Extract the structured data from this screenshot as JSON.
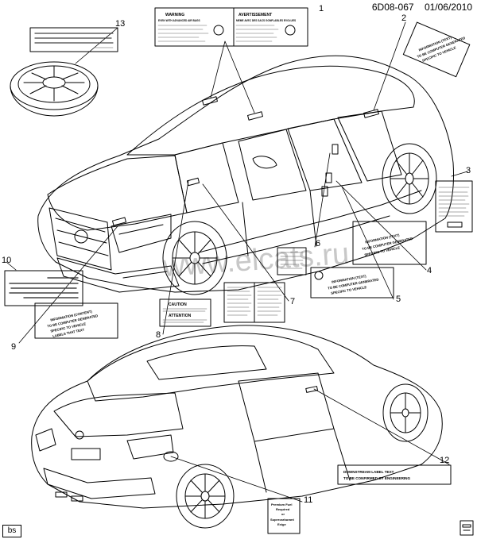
{
  "header": {
    "code": "6D08-067",
    "date": "01/06/2010"
  },
  "footer": {
    "bs": "bs"
  },
  "watermark": "www.elcats.ru",
  "callouts": [
    "1",
    "2",
    "3",
    "4",
    "5",
    "6",
    "7",
    "8",
    "9",
    "10",
    "11",
    "12",
    "13"
  ],
  "labels": {
    "l1": {
      "warning": "WARNING",
      "avertissement": "AVERTISSEMENT",
      "line_en": "EVEN WITH ADVANCED AIR BAGS",
      "line_fr": "MEME AVEC DES SACS GONFLABLES EVOLUES"
    },
    "l2": {
      "lines": [
        "INFORMATION (TEXT)",
        "TO BE COMPUTER GENERATED",
        "SPECIFIC TO VEHICLE"
      ]
    },
    "l4": {
      "lines": [
        "INFORMATION (TEXT)",
        "TO BE COMPUTER GENERATED",
        "SPECIFIC TO VEHICLE"
      ]
    },
    "l5": {
      "lines": [
        "INFORMATION (TEXT)",
        "TO BE COMPUTER GENERATED",
        "SPECIFIC TO VEHICLE"
      ]
    },
    "l8": {
      "caution": "CAUTION",
      "attention": "ATTENTION"
    },
    "l9": {
      "lines": [
        "INFORMATION (CONTENT)",
        "TO BE COMPUTER GENERATED",
        "SPECIFIC TO VEHICLE",
        "LABELS THAT TEXT"
      ]
    },
    "l11": {
      "lines": [
        "Premium Fuel",
        "Required",
        "or",
        "Supercarburant",
        "Exige"
      ]
    },
    "l12": {
      "lines": [
        "DOWNSTREAM LABEL TEXT",
        "TO BE CONFIRMED BY ENGINEERING"
      ]
    }
  },
  "colors": {
    "line": "#000000",
    "watermark": "#c8c8c8"
  }
}
